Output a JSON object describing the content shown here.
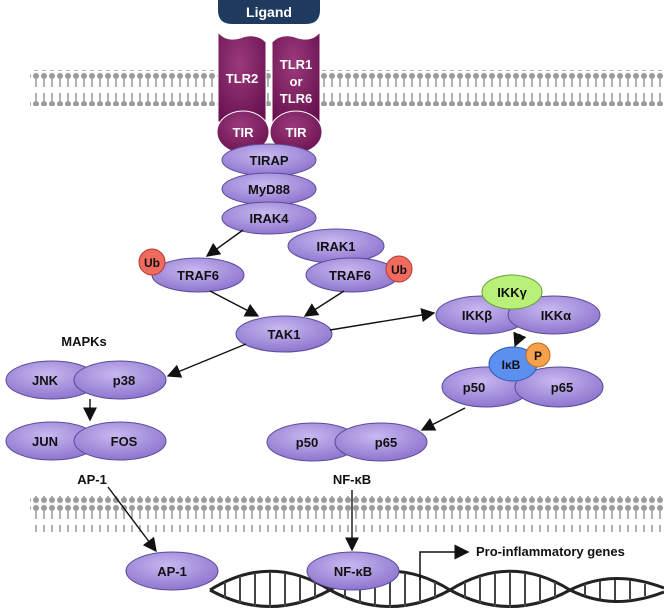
{
  "ligand": "Ligand",
  "receptors": {
    "tlr2": "TLR2",
    "tlr1_line1": "TLR1",
    "tlr1_line2": "or",
    "tlr1_line3": "TLR6",
    "tir": "TIR"
  },
  "adaptors": {
    "tirap": "TIRAP",
    "myd88": "MyD88",
    "irak4": "IRAK4",
    "irak1": "IRAK1",
    "traf6": "TRAF6",
    "ub": "Ub",
    "tak1": "TAK1"
  },
  "ikk": {
    "gamma": "IKKγ",
    "beta": "IKKβ",
    "alpha": "IKKα",
    "ikb": "IκB",
    "p": "P",
    "p50": "p50",
    "p65": "p65"
  },
  "mapk": {
    "title": "MAPKs",
    "jnk": "JNK",
    "p38": "p38",
    "jun": "JUN",
    "fos": "FOS",
    "ap1": "AP-1"
  },
  "nfkb": {
    "p50": "p50",
    "p65": "p65",
    "label": "NF-κB"
  },
  "nucleus": {
    "ap1": "AP-1",
    "nfkb": "NF-κB",
    "genes": "Pro-inflammatory genes"
  },
  "colors": {
    "protein_fill": "#9b85d6",
    "receptor_fill": "#7b1e5e",
    "ligand_fill": "#1f3a5f",
    "ub_fill": "#f06a5e",
    "ikkg_fill": "#b9f07a",
    "ikb_fill": "#5b8ff0",
    "p_fill": "#f5a04a"
  }
}
